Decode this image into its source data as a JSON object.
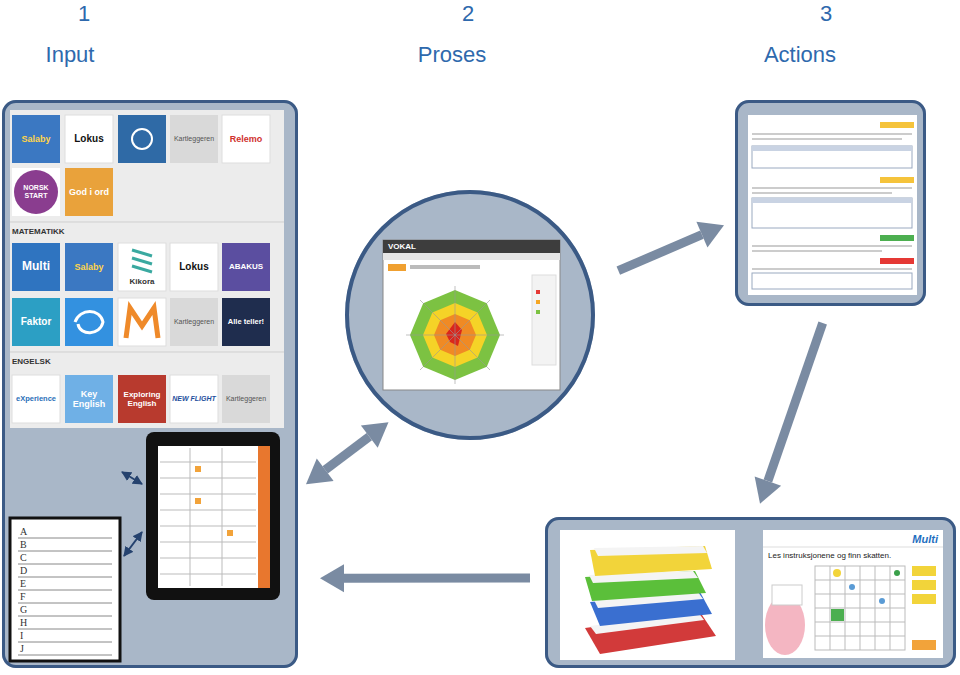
{
  "diagram": {
    "nodes": [
      {
        "text": [
          "1",
          "Input"
        ]
      },
      {
        "text": [
          "2",
          "Proses"
        ]
      },
      {
        "text": [
          "3",
          "Actions"
        ]
      },
      {
        "text": [
          "Multi"
        ]
      }
    ],
    "edges": [
      {
        "from": 1,
        "to": 0,
        "arrow": "both"
      },
      {
        "from": 1,
        "to": 2,
        "arrow": "to"
      },
      {
        "from": 2,
        "to": 3,
        "arrow": "to"
      },
      {
        "from": 3,
        "to": 0,
        "arrow": "to"
      }
    ],
    "labels": [
      "Salaby",
      "Lokus",
      "Kartleggeren",
      "Relemo",
      "NORSK START",
      "God i ord",
      "MATEMATIKK",
      "Multi",
      "Salaby",
      "Kikora",
      "Lokus",
      "ABAKUS",
      "Faktor",
      "Kartleggeren",
      "Alle teller!",
      "ENGELSK",
      "eXperience",
      "Key English",
      "Exploring English",
      "NEW FLIGHT",
      "Kartleggeren",
      "VOKAL",
      "Les instruksjonene og finn skatten.",
      "A",
      "B",
      "C",
      "D",
      "E",
      "F",
      "G",
      "H",
      "I",
      "J"
    ]
  }
}
